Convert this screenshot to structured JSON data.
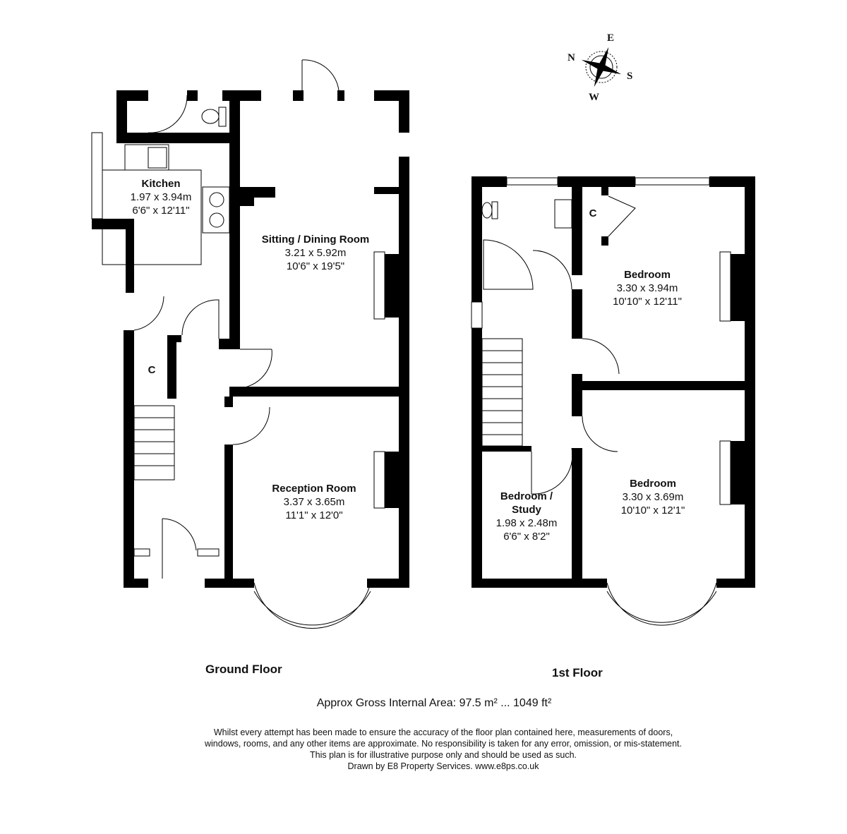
{
  "compass": {
    "n": "N",
    "e": "E",
    "s": "S",
    "w": "W"
  },
  "ground_floor": {
    "title": "Ground Floor",
    "rooms": [
      {
        "name": "Kitchen",
        "metric": "1.97 x 3.94m",
        "imperial": "6'6\" x 12'11\""
      },
      {
        "name": "Sitting / Dining Room",
        "metric": "3.21 x 5.92m",
        "imperial": "10'6\" x 19'5\""
      },
      {
        "name": "Reception Room",
        "metric": "3.37 x 3.65m",
        "imperial": "11'1\" x 12'0\""
      }
    ],
    "cupboard": "C"
  },
  "first_floor": {
    "title": "1st Floor",
    "rooms": [
      {
        "name": "Bedroom",
        "metric": "3.30 x 3.94m",
        "imperial": "10'10\" x 12'11\""
      },
      {
        "name": "Bedroom",
        "metric": "3.30 x 3.69m",
        "imperial": "10'10\" x 12'1\""
      },
      {
        "name": "Bedroom / Study",
        "metric": "1.98 x 2.48m",
        "imperial": "6'6\" x 8'2\""
      }
    ],
    "cupboard": "C"
  },
  "footer": {
    "area": "Approx Gross Internal Area: 97.5 m² ... 1049 ft²",
    "disclaimer": [
      "Whilst every attempt has been made to ensure the accuracy of the floor plan contained here, measurements of doors,",
      "windows, rooms, and any other items are approximate. No responsibility is taken for any error, omission, or mis-statement.",
      "This plan is for illustrative purpose only and should be used as such.",
      "Drawn by E8 Property Services. www.e8ps.co.uk"
    ]
  }
}
